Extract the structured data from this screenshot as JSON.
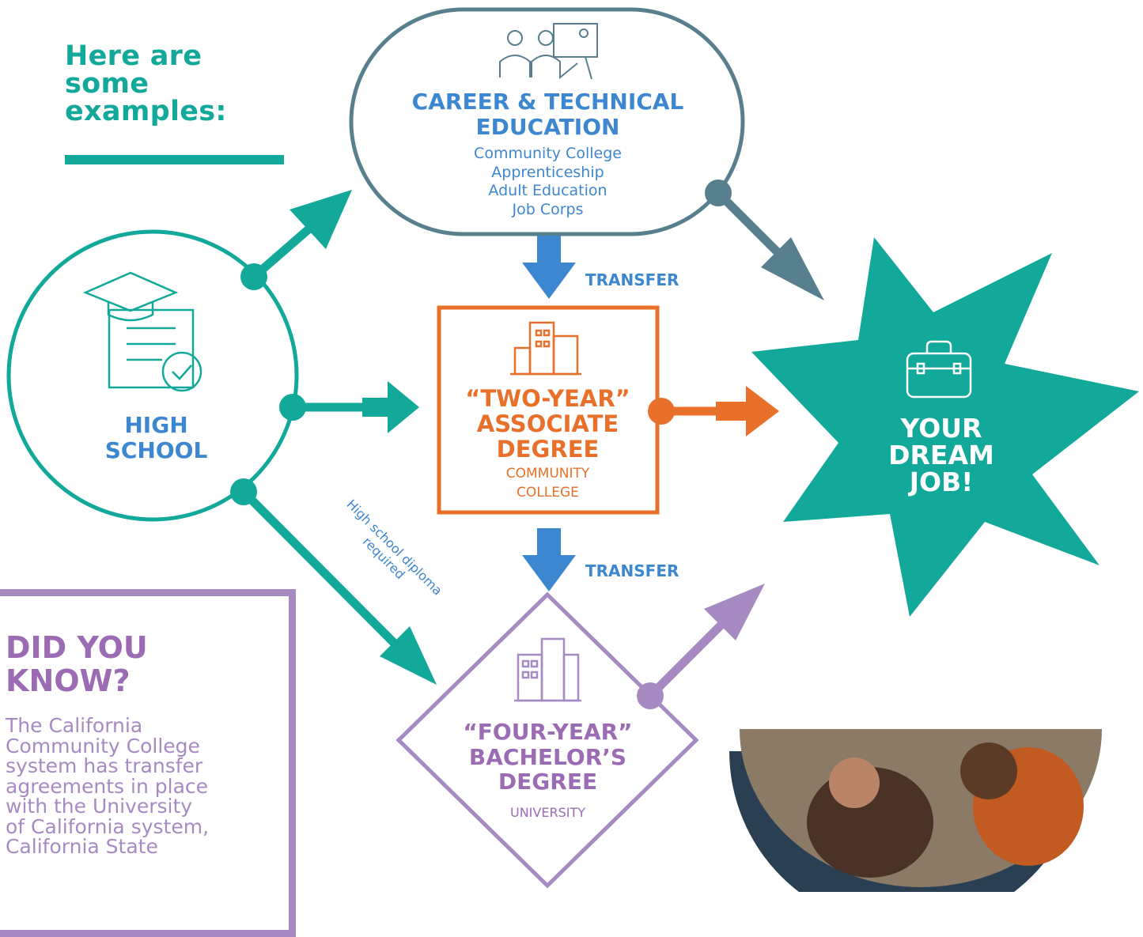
{
  "intro": {
    "line1": "Here are",
    "line2": "some",
    "line3": "examples:"
  },
  "career": {
    "title_line1": "CAREER & TECHNICAL",
    "title_line2": "EDUCATION",
    "items": [
      "Community College",
      "Apprenticeship",
      "Adult Education",
      "Job Corps"
    ],
    "icon": "classroom-presentation-icon"
  },
  "transfer_labels": [
    "TRANSFER",
    "TRANSFER"
  ],
  "high_school": {
    "line1": "HIGH",
    "line2": "SCHOOL",
    "icon": "diploma-certificate-icon"
  },
  "associate": {
    "title_line1": "“TWO-YEAR”",
    "title_line2": "ASSOCIATE",
    "title_line3": "DEGREE",
    "sub_line1": "COMMUNITY",
    "sub_line2": "COLLEGE",
    "icon": "city-building-icon"
  },
  "bachelor": {
    "title_line1": "“FOUR-YEAR”",
    "title_line2": "BACHELOR’S",
    "title_line3": "DEGREE",
    "sub": "UNIVERSITY",
    "icon": "university-building-icon"
  },
  "dream_job": {
    "line1": "YOUR",
    "line2": "DREAM",
    "line3": "JOB!",
    "icon": "briefcase-icon"
  },
  "diploma_note": {
    "line1": "High school diploma",
    "line2": "required"
  },
  "did_you_know": {
    "title_line1": "DID YOU",
    "title_line2": "KNOW?",
    "body_lines": [
      "The California",
      "Community College",
      "system has transfer",
      "agreements in place",
      "with the University",
      "of California system,",
      "California State"
    ]
  },
  "photo": {
    "icon": "students-studying-photo"
  },
  "colors": {
    "teal": "#12a89a",
    "blue": "#3d86d0",
    "slate": "#577f8e",
    "orange": "#e8702a",
    "purple": "#a68ac2"
  }
}
